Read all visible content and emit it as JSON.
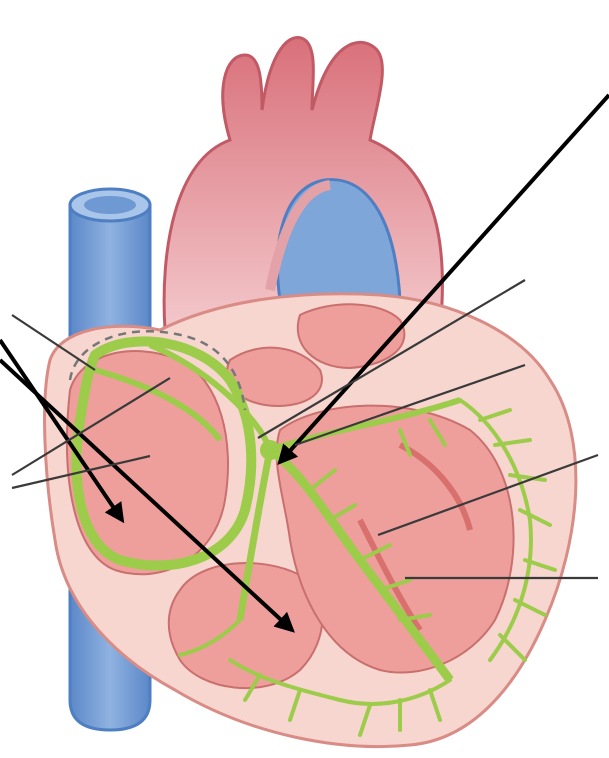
{
  "diagram": {
    "subject": "heart-conduction-system",
    "colors": {
      "background": "#ffffff",
      "aorta": "#d9707a",
      "aorta_light": "#f0c0c4",
      "vein_blue": "#7fa6d8",
      "vein_blue_dark": "#4d7fc2",
      "heart_outer": "#f6d6cf",
      "chamber": "#ee9f9c",
      "chamber_dark": "#d8706e",
      "conduction": "#9ccc4a",
      "conduction_dark": "#6ea52a",
      "arrow": "#000000",
      "leader": "#3a3a3a"
    },
    "pointers": [
      {
        "name": "pointer-upper-right-arrow",
        "kind": "arrow"
      },
      {
        "name": "pointer-left-arrow-1",
        "kind": "arrow"
      },
      {
        "name": "pointer-left-arrow-2",
        "kind": "arrow"
      },
      {
        "name": "leader-line-1",
        "kind": "line"
      },
      {
        "name": "leader-line-2",
        "kind": "line"
      },
      {
        "name": "leader-line-3",
        "kind": "line"
      },
      {
        "name": "leader-line-4",
        "kind": "line"
      },
      {
        "name": "leader-line-5",
        "kind": "line"
      },
      {
        "name": "leader-line-6",
        "kind": "line"
      },
      {
        "name": "leader-line-7",
        "kind": "line"
      }
    ]
  }
}
